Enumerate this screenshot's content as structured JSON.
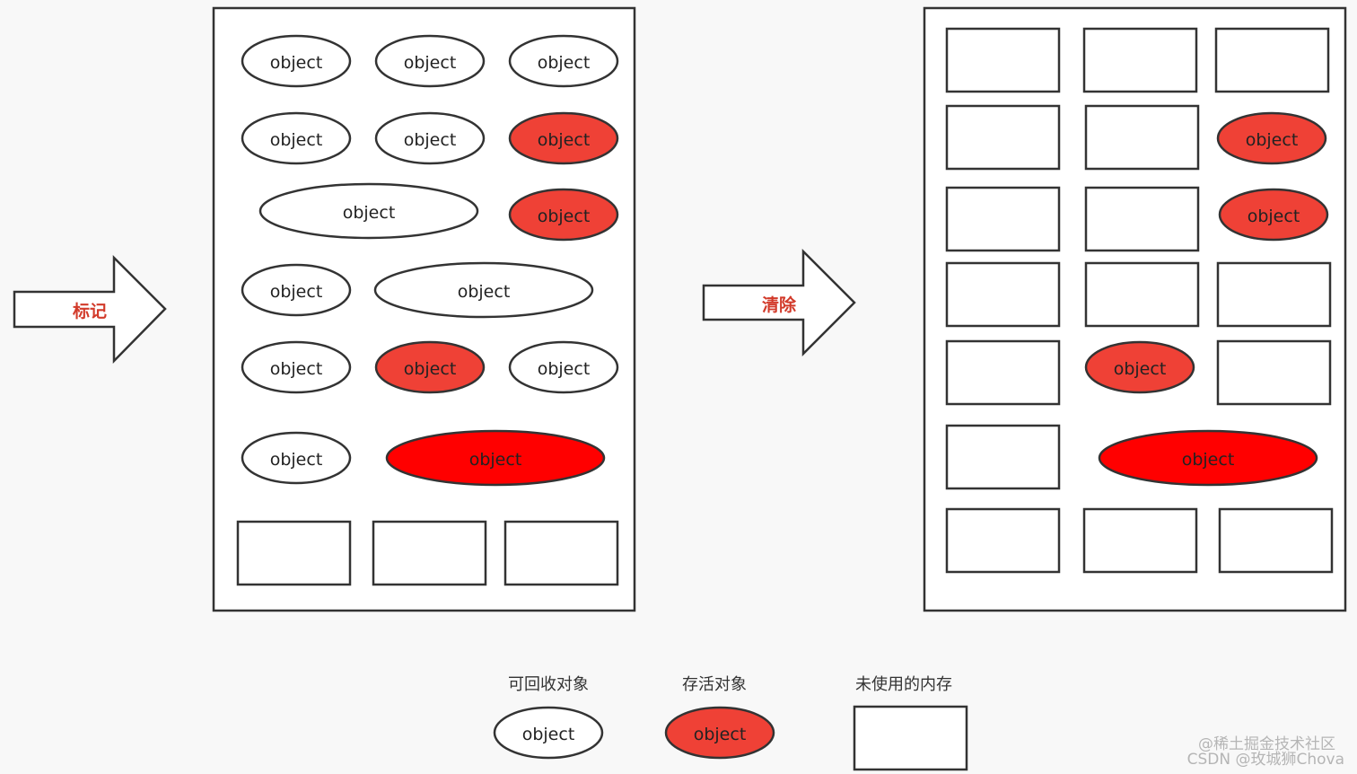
{
  "object_label": "object",
  "arrows": {
    "mark": "标记",
    "clear": "清除"
  },
  "legend": {
    "reclaimable": "可回收对象",
    "alive": "存活对象",
    "unused": "未使用的内存"
  },
  "watermark": {
    "line1": "@稀土掘金技术社区",
    "line2": "CSDN @玫城狮Chova"
  },
  "colors": {
    "alive_fill": "#ef4136",
    "large_alive_fill": "#ff0000",
    "reclaimable_fill": "#ffffff",
    "stroke": "#333333",
    "label_red": "#d23a2a"
  }
}
